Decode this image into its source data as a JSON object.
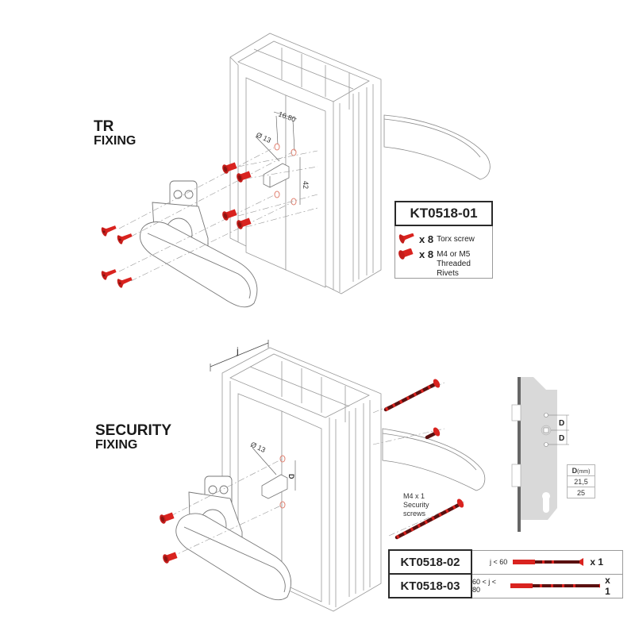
{
  "colors": {
    "screw_red": "#d9231f",
    "screw_dark": "#5a1010",
    "line_gray": "#8a8a8a",
    "plate_gray": "#d9d9d9",
    "hole_outline": "#e08070"
  },
  "tr_section": {
    "title_line1": "TR",
    "title_line2": "FIXING",
    "dimensions": {
      "spacing_horizontal": "16.80",
      "diameter": "Ø 13",
      "spacing_vertical": "42"
    },
    "kit": {
      "code": "KT0518-01",
      "items": [
        {
          "qty": "x 8",
          "label": "Torx screw",
          "icon": "torx-screw-icon"
        },
        {
          "qty": "x 8",
          "label": "M4 or M5 Threaded Rivets",
          "icon": "threaded-rivet-icon"
        }
      ]
    }
  },
  "security_section": {
    "title_line1": "SECURITY",
    "title_line2": "FIXING",
    "dimensions": {
      "profile_depth": "j",
      "diameter": "Ø 13",
      "spacing_vertical": "D"
    },
    "screw_note": "M4 x 1 Security screws",
    "lock_plate": {
      "d_label_top": "D",
      "d_label_bottom": "D",
      "table_header": "D",
      "table_unit": "(mm)",
      "table_values": [
        "21,5",
        "25"
      ]
    },
    "kits": [
      {
        "code": "KT0518-02",
        "condition": "j < 60",
        "qty": "x 1"
      },
      {
        "code": "KT0518-03",
        "condition": "60 < j < 80",
        "qty": "x 1"
      }
    ]
  }
}
